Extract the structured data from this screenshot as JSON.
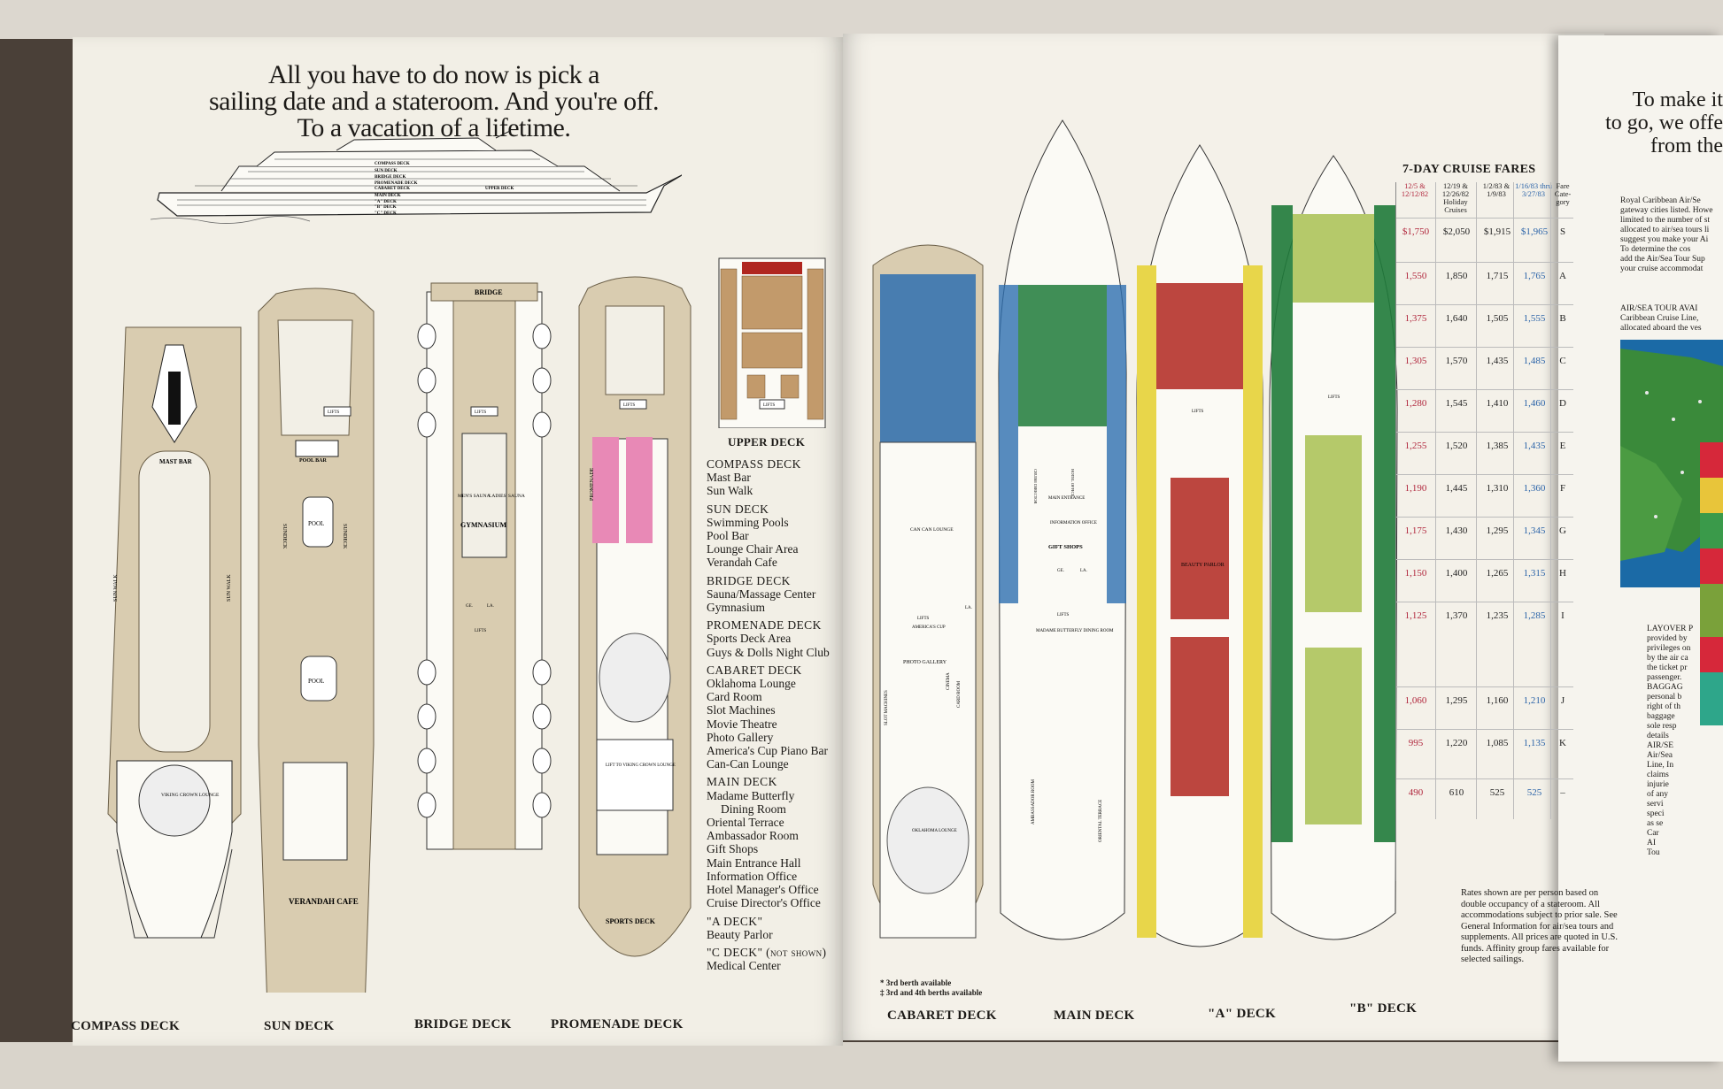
{
  "headline": {
    "line1": "All you have to do now is pick a",
    "line2": "sailing date and a stateroom. And you're off.",
    "line3": "To a vacation of a lifetime."
  },
  "ship_profile": {
    "decks": [
      "COMPASS DECK",
      "SUN DECK",
      "BRIDGE DECK",
      "PROMENADE DECK",
      "UPPER DECK",
      "CABARET DECK",
      "MAIN DECK",
      "\"A\" DECK",
      "\"B\" DECK",
      "\"C\" DECK"
    ]
  },
  "left_decks": {
    "compass": {
      "label": "COMPASS DECK",
      "mast_bar": "MAST BAR",
      "sun_walk": "SUN WALK",
      "crown": "VIKING CROWN LOUNGE"
    },
    "sun": {
      "label": "SUN DECK",
      "lifts": "LIFTS",
      "pool_bar": "POOL BAR",
      "pool": "POOL",
      "sundeck": "SUNDECK",
      "verandah": "VERANDAH CAFE"
    },
    "bridge": {
      "label": "BRIDGE DECK",
      "bridge": "BRIDGE",
      "lifts": "LIFTS",
      "mens": "MEN'S SAUNA",
      "ladies": "LADIES' SAUNA",
      "gym": "GYMNASIUM",
      "ge": "GE.",
      "la": "LA."
    },
    "promenade": {
      "label": "PROMENADE DECK",
      "lifts": "LIFTS",
      "promenade": "PROMENADE",
      "lift_to": "LIFT TO VIKING CROWN LOUNGE",
      "sports": "SPORTS DECK"
    },
    "upper": {
      "label": "UPPER DECK",
      "lifts": "LIFTS"
    }
  },
  "key": [
    {
      "h": "COMPASS DECK",
      "items": [
        "Mast Bar",
        "Sun Walk"
      ]
    },
    {
      "h": "SUN DECK",
      "items": [
        "Swimming Pools",
        "Pool Bar",
        "Lounge Chair Area",
        "Verandah Cafe"
      ]
    },
    {
      "h": "BRIDGE DECK",
      "items": [
        "Sauna/Massage Center",
        "Gymnasium"
      ]
    },
    {
      "h": "PROMENADE DECK",
      "items": [
        "Sports Deck Area",
        "Guys & Dolls Night Club"
      ]
    },
    {
      "h": "CABARET DECK",
      "items": [
        "Oklahoma Lounge",
        "Card Room",
        "Slot Machines",
        "Movie Theatre",
        "Photo Gallery",
        "America's Cup Piano Bar",
        "Can-Can Lounge"
      ]
    },
    {
      "h": "MAIN DECK",
      "items": [
        "Madame Butterfly",
        "Dining Room",
        "Oriental Terrace",
        "Ambassador Room",
        "Gift Shops",
        "Main Entrance Hall",
        "Information Office",
        "Hotel Manager's Office",
        "Cruise Director's Office"
      ]
    },
    {
      "h": "\"A DECK\"",
      "items": [
        "Beauty Parlor"
      ]
    },
    {
      "h": "\"C DECK\" (not shown)",
      "items": [
        "Medical Center"
      ]
    }
  ],
  "right_decks": {
    "cabaret": {
      "label": "CABARET DECK",
      "can_can": "CAN CAN LOUNGE",
      "lifts": "LIFTS",
      "americas_cup": "AMERICA'S CUP",
      "photo": "PHOTO GALLERY",
      "slot": "SLOT MACHINES",
      "card": "CARD ROOM",
      "cinema": "CINEMA",
      "oklahoma": "OKLAHOMA LOUNGE",
      "la": "LA."
    },
    "main": {
      "label": "MAIN DECK",
      "entrance": "MAIN ENTRANCE",
      "info": "INFORMATION OFFICE",
      "gift": "GIFT SHOPS",
      "ge": "GE.",
      "la": "LA.",
      "lifts": "LIFTS",
      "butterfly": "MADAME BUTTERFLY DINING ROOM",
      "ambassador": "AMBASSADOR ROOM",
      "oriental": "ORIENTAL TERRACE",
      "cruise_dir": "CRUISE DIRECTOR",
      "hotel": "HOTEL OFFICE"
    },
    "a": {
      "label": "\"A\" DECK",
      "lifts": "LIFTS",
      "beauty": "BEAUTY PARLOR"
    },
    "b": {
      "label": "\"B\" DECK",
      "lifts": "LIFTS"
    }
  },
  "legend": {
    "l1": "* 3rd berth available",
    "l2": "‡ 3rd and 4th berths available"
  },
  "fares": {
    "title": "7-DAY CRUISE FARES",
    "headers": [
      "12/5 & 12/12/82",
      "12/19 & 12/26/82 Holiday Cruises",
      "1/2/83 & 1/9/83",
      "1/16/83 thru 3/27/83",
      "Fare Cate- gory"
    ],
    "rows": [
      [
        "$1,750",
        "$2,050",
        "$1,915",
        "$1,965",
        "S"
      ],
      [
        "1,550",
        "1,850",
        "1,715",
        "1,765",
        "A"
      ],
      [
        "1,375",
        "1,640",
        "1,505",
        "1,555",
        "B"
      ],
      [
        "1,305",
        "1,570",
        "1,435",
        "1,485",
        "C"
      ],
      [
        "1,280",
        "1,545",
        "1,410",
        "1,460",
        "D"
      ],
      [
        "1,255",
        "1,520",
        "1,385",
        "1,435",
        "E"
      ],
      [
        "1,190",
        "1,445",
        "1,310",
        "1,360",
        "F"
      ],
      [
        "1,175",
        "1,430",
        "1,295",
        "1,345",
        "G"
      ],
      [
        "1,150",
        "1,400",
        "1,265",
        "1,315",
        "H"
      ],
      [
        "1,125",
        "1,370",
        "1,235",
        "1,285",
        "I"
      ],
      [
        "1,060",
        "1,295",
        "1,160",
        "1,210",
        "J"
      ],
      [
        "995",
        "1,220",
        "1,085",
        "1,135",
        "K"
      ],
      [
        "490",
        "610",
        "525",
        "525",
        "–"
      ]
    ],
    "note": "Rates shown are per person based on double occupancy of a stateroom. All accommodations subject to prior sale. See General Information for air/sea tours and supplements. All prices are quoted in U.S. funds. Affinity group fares available for selected sailings."
  },
  "next_page": {
    "l1": "To make it",
    "l2": "to go, we offe",
    "l3": "from the",
    "p1": "Royal Caribbean Air/Se",
    "p2": "gateway cities listed. Howe",
    "p3": "limited to the number of st",
    "p4": "allocated to air/sea tours li",
    "p5": "suggest you make your Ai",
    "p6": "To determine the cos",
    "p7": "add the Air/Sea Tour Sup",
    "p8": "your cruise accommodat",
    "air": "AIR/SEA TOUR AVAI",
    "air2": "Caribbean Cruise Line,",
    "air3": "allocated aboard the ves",
    "layover": "LAYOVER P",
    "lay2": "provided by",
    "lay3": "privileges on",
    "lay4": "by the air ca",
    "lay5": "the ticket pr",
    "lay6": "passenger.",
    "bag": "BAGGAG",
    "bag2": "personal b",
    "bag3": "right of th",
    "bag4": "baggage",
    "bag5": "sole resp",
    "bag6": "details",
    "airse": "AIR/SE",
    "a2": "Air/Sea",
    "a3": "Line, In",
    "a4": "claims",
    "a5": "injurie",
    "a6": "of any",
    "a7": "servi",
    "a8": "speci",
    "a9": "as se",
    "a10": "Car",
    "a11": "AI",
    "a12": "Tou"
  },
  "colors": {
    "paper": "#f2efe6",
    "deck_tan": "#d9ccb0",
    "blue": "#2e6fb0",
    "green": "#1f7a3a",
    "red": "#b0261f",
    "yellow": "#e8d64a",
    "lightgreen": "#b5c96a",
    "pink": "#e889b6",
    "fare_red": "#b0263c",
    "fare_blue": "#2a63a8"
  }
}
